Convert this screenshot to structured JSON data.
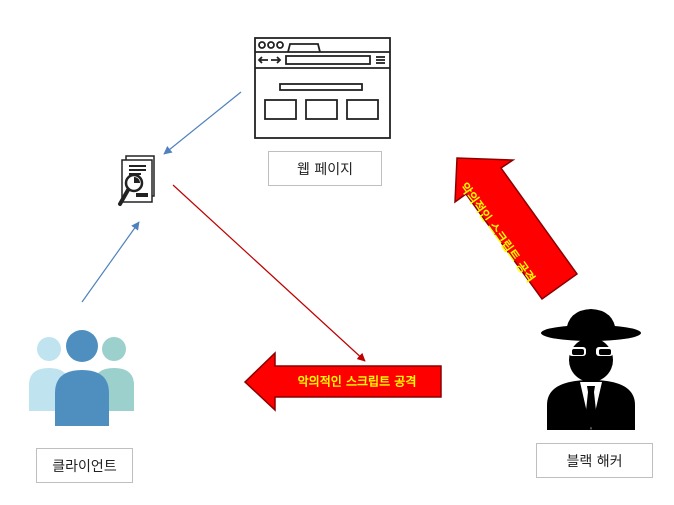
{
  "nodes": {
    "web_page": {
      "label": "웹 페이지"
    },
    "client": {
      "label": "클라이언트"
    },
    "hacker": {
      "label": "블랙 해커"
    }
  },
  "arrows": {
    "hacker_to_web": {
      "label": "악의적인 스크립트 공격",
      "fill": "#ff0000",
      "text_color": "#ffff00"
    },
    "to_client_side": {
      "label": "악의적인 스크립트 공격",
      "fill": "#ff0000",
      "text_color": "#ffff00"
    }
  },
  "colors": {
    "blue_connector": "#4f81bd",
    "red_connector": "#c00000",
    "client_light": "#bfe4ef",
    "client_mid": "#9bd0cc",
    "client_dark": "#4f8fc0",
    "outline": "#222222"
  },
  "icons": [
    "browser-window-icon",
    "document-inspect-icon",
    "user-group-icon",
    "spy-hacker-icon"
  ]
}
